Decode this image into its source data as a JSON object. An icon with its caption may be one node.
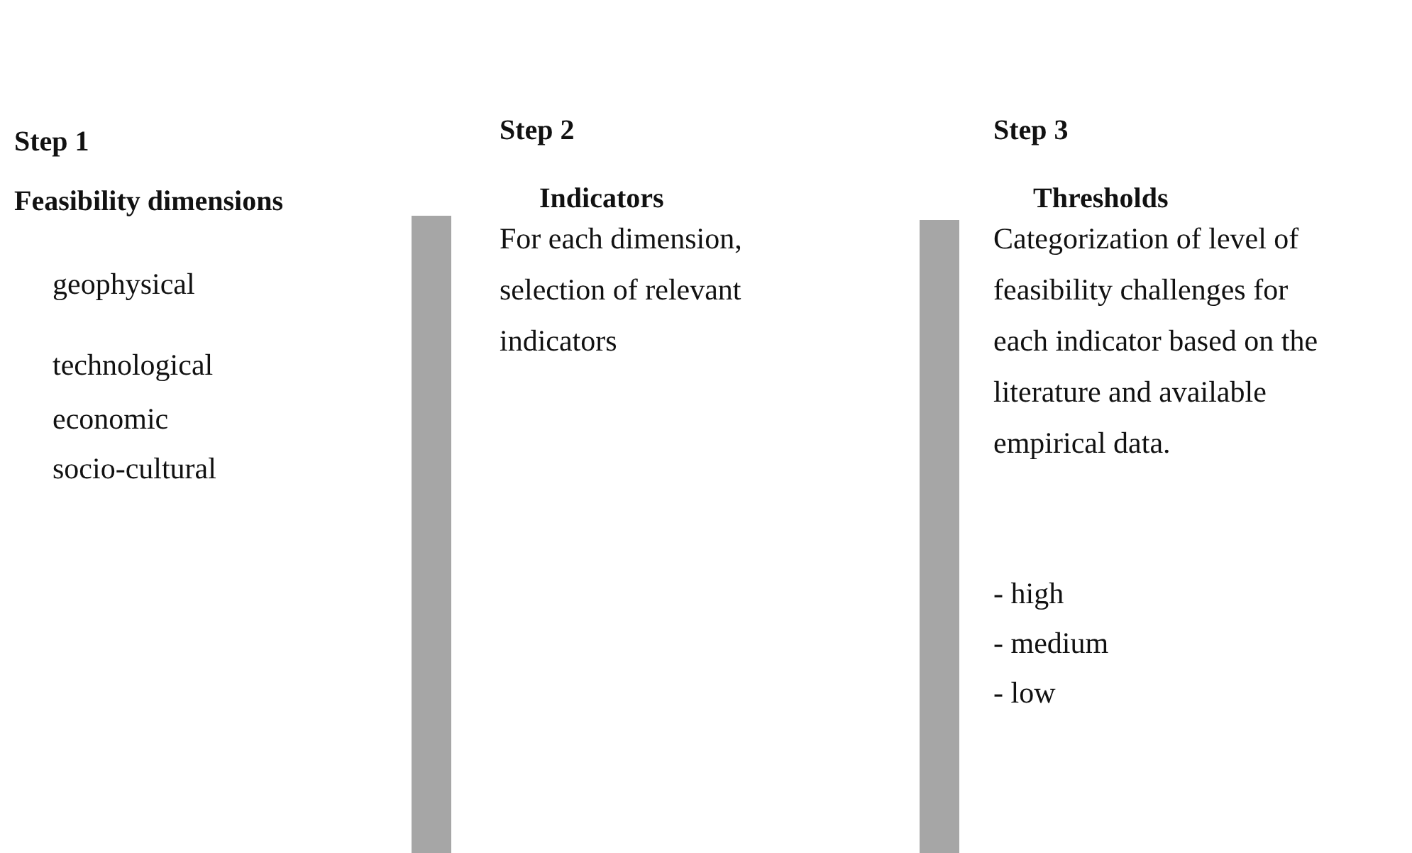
{
  "diagram": {
    "nodes": [
      {
        "text": [],
        "shape": "bar"
      },
      {
        "text": [],
        "shape": "bar"
      }
    ],
    "labels": [
      "Step 1",
      "Feasibility dimensions",
      "geophysical",
      "technological",
      "economic",
      "socio-cultural",
      "Step 2",
      "Indicators",
      "For each dimension, selection of relevant indicators",
      "Step 3",
      "Thresholds",
      "Categorization of level of feasibility challenges for each indicator based on the literature and available empirical data.",
      "- high",
      "- medium",
      "- low"
    ]
  }
}
